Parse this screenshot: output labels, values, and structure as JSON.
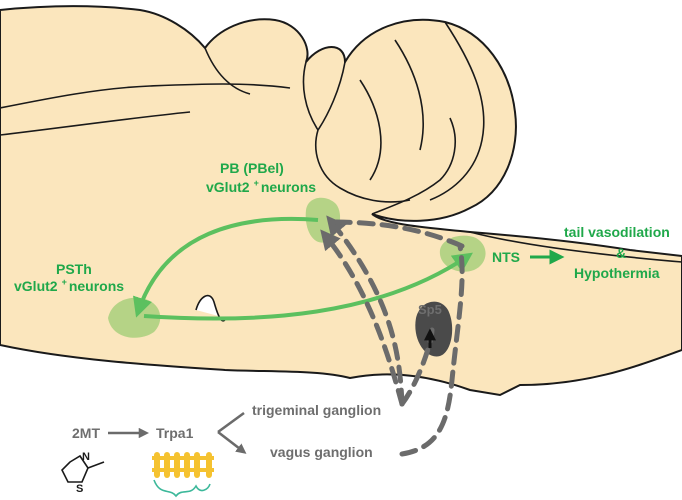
{
  "regions": {
    "pb": {
      "line1": "PB (PBel)",
      "line2_main": "vGlut2",
      "line2_sup": "+",
      "line2_tail": "neurons"
    },
    "psth": {
      "line1": "PSTh",
      "line2_main": "vGlut2",
      "line2_sup": "+",
      "line2_tail": "neurons"
    },
    "nts": "NTS",
    "sp5": "Sp5"
  },
  "outcome": {
    "line1": "tail vasodilation",
    "line2": "&",
    "line3": "Hypothermia"
  },
  "pathway": {
    "stimulus": "2MT",
    "receptor": "Trpa1",
    "targets": [
      "trigeminal ganglion",
      "vagus ganglion"
    ],
    "molecule_atoms": {
      "n": "N",
      "s": "S"
    }
  },
  "colors": {
    "brain_fill": "#fbe6bd",
    "outline": "#1a1a1a",
    "green_path": "#5cc05f",
    "green_text": "#1fa84a",
    "region_fill": "#a8cf7d",
    "dashed": "#6b6b6b",
    "gray_text": "#6e6e6e",
    "sp5_fill": "#4a4a4a",
    "channel_yellow": "#f5c230",
    "channel_teal": "#3cb89a"
  }
}
